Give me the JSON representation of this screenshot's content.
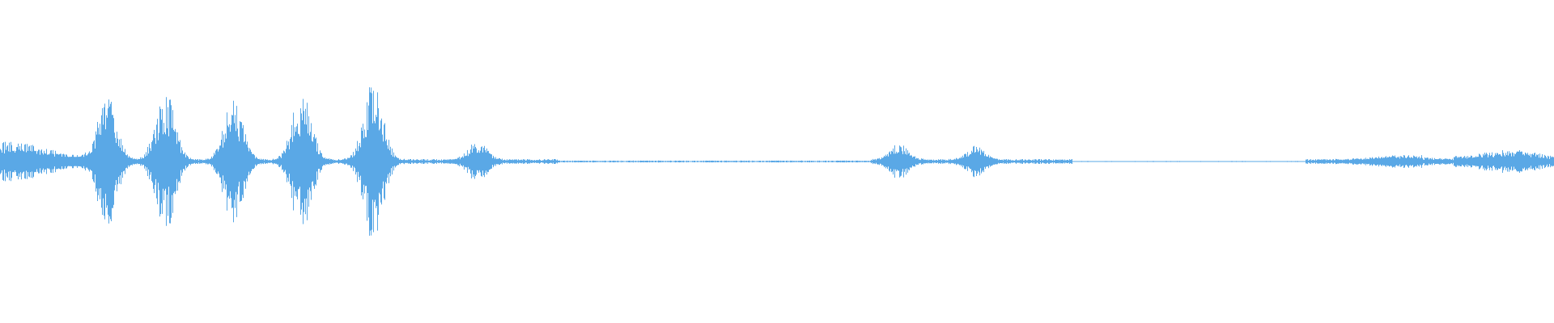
{
  "waveform": {
    "color": "#5aa8e6",
    "baseline_color": "#7fb9ea",
    "events": [
      {
        "t": 0.0,
        "amp": 0.12
      },
      {
        "t": 0.069,
        "amp": 0.4
      },
      {
        "t": 0.106,
        "amp": 0.44
      },
      {
        "t": 0.15,
        "amp": 0.38
      },
      {
        "t": 0.194,
        "amp": 0.44
      },
      {
        "t": 0.24,
        "amp": 0.51
      },
      {
        "t": 0.307,
        "amp": 0.12
      },
      {
        "t": 0.578,
        "amp": 0.1
      },
      {
        "t": 0.628,
        "amp": 0.09
      },
      {
        "t": 0.905,
        "amp": 0.03
      },
      {
        "t": 0.972,
        "amp": 0.06
      }
    ]
  }
}
